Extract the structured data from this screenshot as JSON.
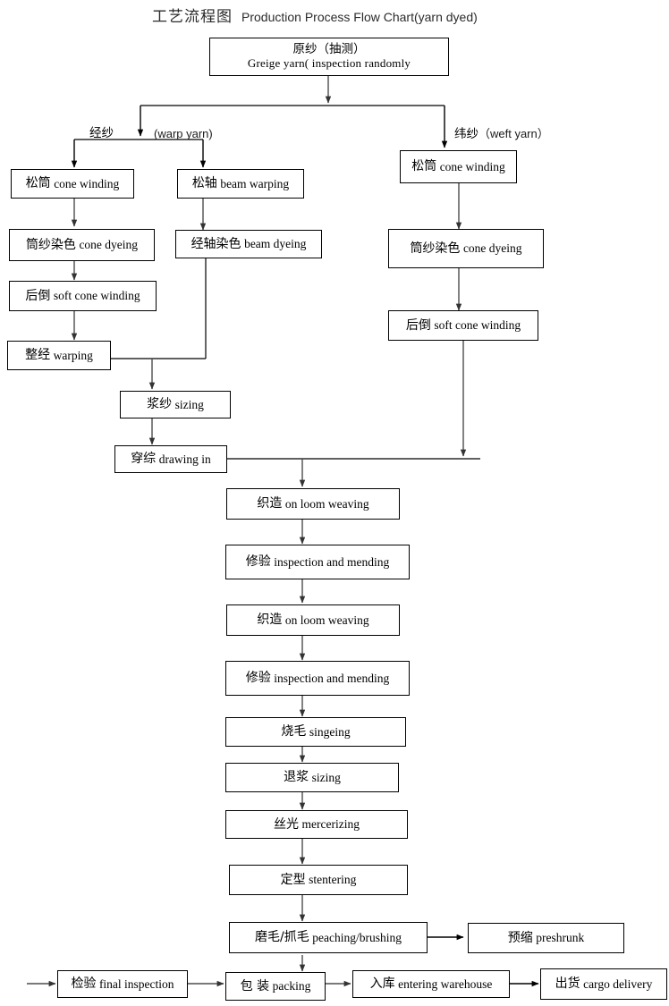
{
  "title": {
    "cn": "工艺流程图",
    "en": "Production Process Flow Chart(yarn dyed)"
  },
  "captions": {
    "warp_cn": "经纱",
    "warp_en": "(warp yarn)",
    "weft_cn": "纬纱",
    "weft_en": "（weft yarn）"
  },
  "nodes": {
    "greige": {
      "cn": "原纱（抽测）",
      "en": "Greige yarn( inspection randomly"
    },
    "warp_cone_winding": {
      "cn": "松筒",
      "en": "cone winding"
    },
    "beam_warping": {
      "cn": "松轴",
      "en": "beam warping"
    },
    "weft_cone_winding": {
      "cn": "松筒",
      "en": "cone winding"
    },
    "warp_cone_dyeing": {
      "cn": "筒纱染色",
      "en": "cone dyeing"
    },
    "beam_dyeing": {
      "cn": "经轴染色",
      "en": "beam dyeing"
    },
    "weft_cone_dyeing": {
      "cn": "筒纱染色",
      "en": "cone dyeing"
    },
    "warp_soft_winding": {
      "cn": "后倒",
      "en": "soft cone winding"
    },
    "weft_soft_winding": {
      "cn": "后倒",
      "en": "soft cone winding"
    },
    "warping": {
      "cn": "整经",
      "en": "warping"
    },
    "sizing_yarn": {
      "cn": "浆纱",
      "en": "sizing"
    },
    "drawing_in": {
      "cn": "穿综",
      "en": "drawing in"
    },
    "weaving_1": {
      "cn": "织造",
      "en": "on loom weaving"
    },
    "mending_1": {
      "cn": "修验",
      "en": "inspection and mending"
    },
    "weaving_2": {
      "cn": "织造",
      "en": "on loom weaving"
    },
    "mending_2": {
      "cn": "修验",
      "en": "inspection and mending"
    },
    "singeing": {
      "cn": "烧毛",
      "en": "singeing"
    },
    "desizing": {
      "cn": "退浆",
      "en": "sizing"
    },
    "mercerizing": {
      "cn": "丝光",
      "en": "mercerizing"
    },
    "stentering": {
      "cn": "定型",
      "en": "stentering"
    },
    "peaching": {
      "cn": "磨毛/抓毛",
      "en": "peaching/brushing"
    },
    "preshrunk": {
      "cn": "预缩",
      "en": "preshrunk"
    },
    "final_inspection": {
      "cn": "检验",
      "en": "final inspection"
    },
    "packing": {
      "cn": "包 装",
      "en": "packing"
    },
    "warehouse": {
      "cn": "入库",
      "en": "entering warehouse"
    },
    "delivery": {
      "cn": "出货",
      "en": "cargo delivery"
    }
  },
  "colors": {
    "stroke": "#000000",
    "connector": "#4d4d4d",
    "background": "#ffffff"
  }
}
